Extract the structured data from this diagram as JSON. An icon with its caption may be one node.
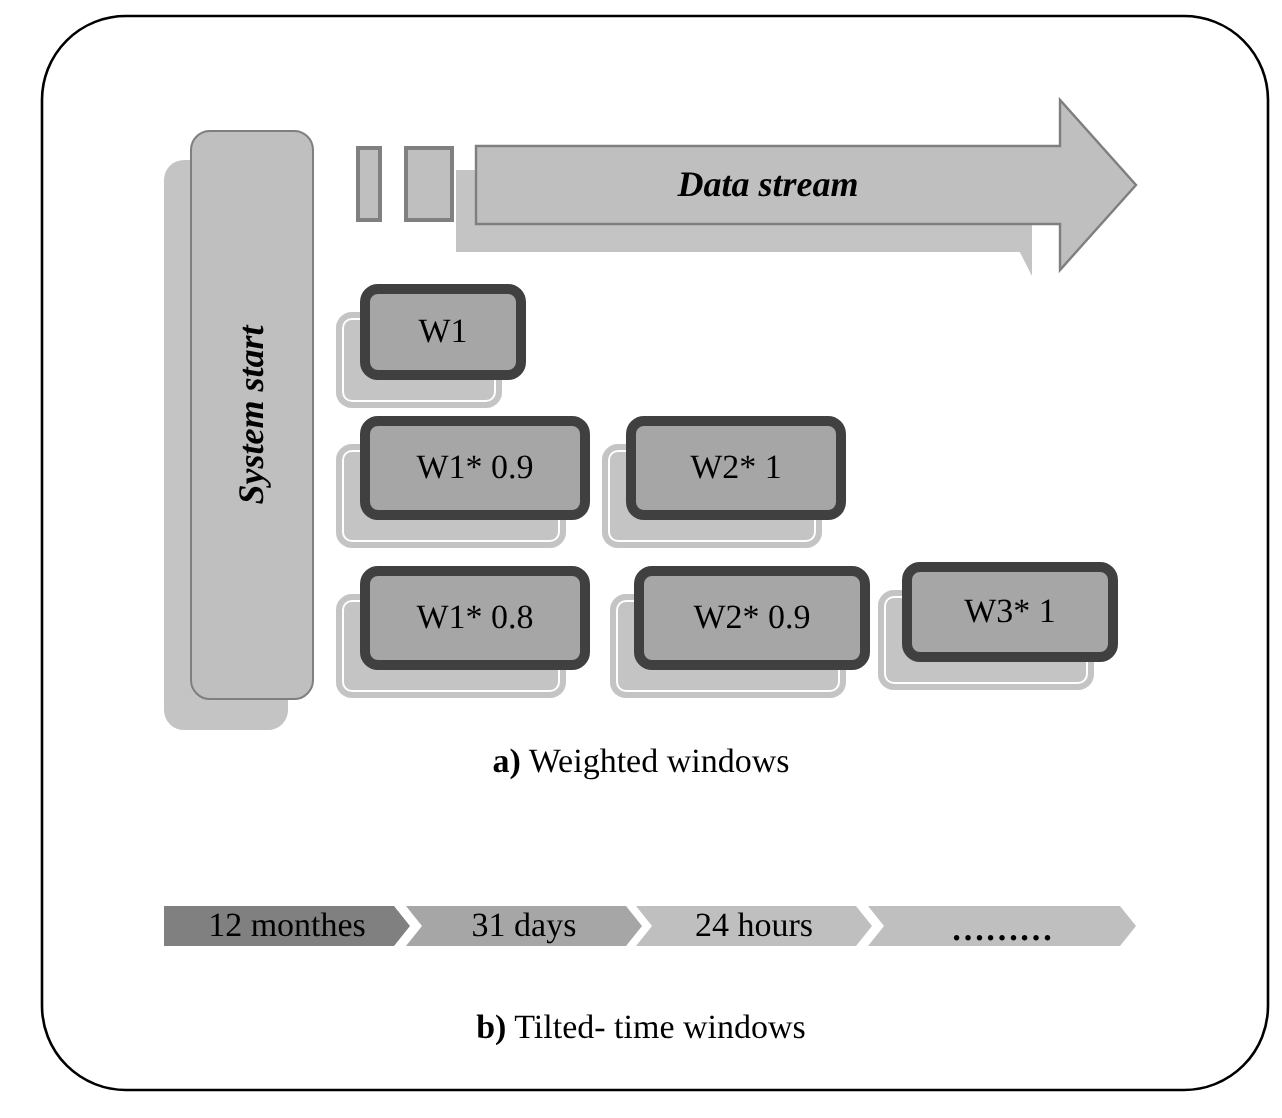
{
  "diagram": {
    "nodes": [
      {
        "text": [
          "System start"
        ]
      },
      {
        "text": [],
        "shape": "box"
      },
      {
        "text": [],
        "shape": "box"
      },
      {
        "text": [
          "Data stream"
        ]
      },
      {
        "text": [
          "W1"
        ]
      },
      {
        "text": [
          "W1* 0.9"
        ]
      },
      {
        "text": [
          "W2* 1"
        ]
      },
      {
        "text": [
          "W1* 0.8"
        ]
      },
      {
        "text": [
          "W2* 0.9"
        ]
      },
      {
        "text": [
          "W3* 1"
        ]
      },
      {
        "text": [
          "12 monthes"
        ]
      },
      {
        "text": [
          "31 days"
        ]
      },
      {
        "text": [
          "24 hours"
        ]
      },
      {
        "text": [
          "………"
        ]
      }
    ],
    "labels": [
      "**a)** Weighted windows",
      "**b)** Tilted- time windows"
    ]
  }
}
